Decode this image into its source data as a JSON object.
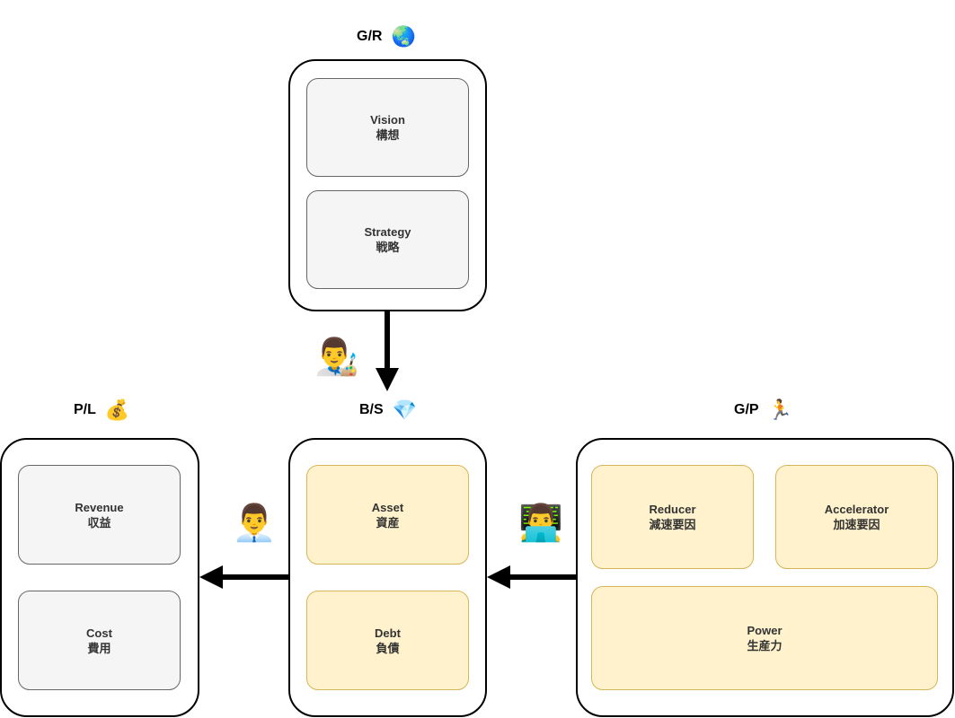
{
  "groups": {
    "gr": {
      "title": "G/R",
      "emoji": "🌏",
      "cards": [
        {
          "en": "Vision",
          "ja": "構想"
        },
        {
          "en": "Strategy",
          "ja": "戦略"
        }
      ]
    },
    "pl": {
      "title": "P/L",
      "emoji": "💰",
      "cards": [
        {
          "en": "Revenue",
          "ja": "収益"
        },
        {
          "en": "Cost",
          "ja": "費用"
        }
      ]
    },
    "bs": {
      "title": "B/S",
      "emoji": "💎",
      "cards": [
        {
          "en": "Asset",
          "ja": "資産"
        },
        {
          "en": "Debt",
          "ja": "負債"
        }
      ]
    },
    "gp": {
      "title": "G/P",
      "emoji": "🏃",
      "cards": [
        {
          "en": "Reducer",
          "ja": "減速要因"
        },
        {
          "en": "Accelerator",
          "ja": "加速要因"
        },
        {
          "en": "Power",
          "ja": "生産力"
        }
      ]
    }
  },
  "actors": {
    "artist": "👨‍🎨",
    "office_worker": "👨‍💼",
    "technologist": "👨‍💻"
  },
  "colors": {
    "gray_fill": "#f5f5f5",
    "yellow_fill": "#fff2cc",
    "yellow_stroke": "#d6b656",
    "arrow": "#000000"
  }
}
